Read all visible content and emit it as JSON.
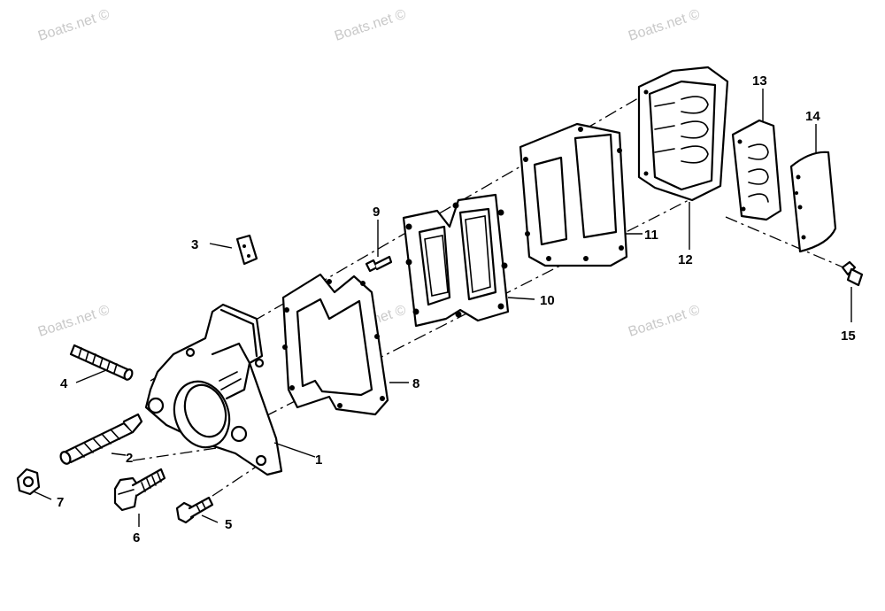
{
  "watermark": "Boats.net ©",
  "callouts": {
    "c1": "1",
    "c2": "2",
    "c3": "3",
    "c4": "4",
    "c5": "5",
    "c6": "6",
    "c7": "7",
    "c8": "8",
    "c9": "9",
    "c10": "10",
    "c11": "11",
    "c12": "12",
    "c13": "13",
    "c14": "14",
    "c15": "15"
  },
  "colors": {
    "line": "#000000",
    "watermark": "#c9c9c9",
    "background": "#ffffff"
  }
}
